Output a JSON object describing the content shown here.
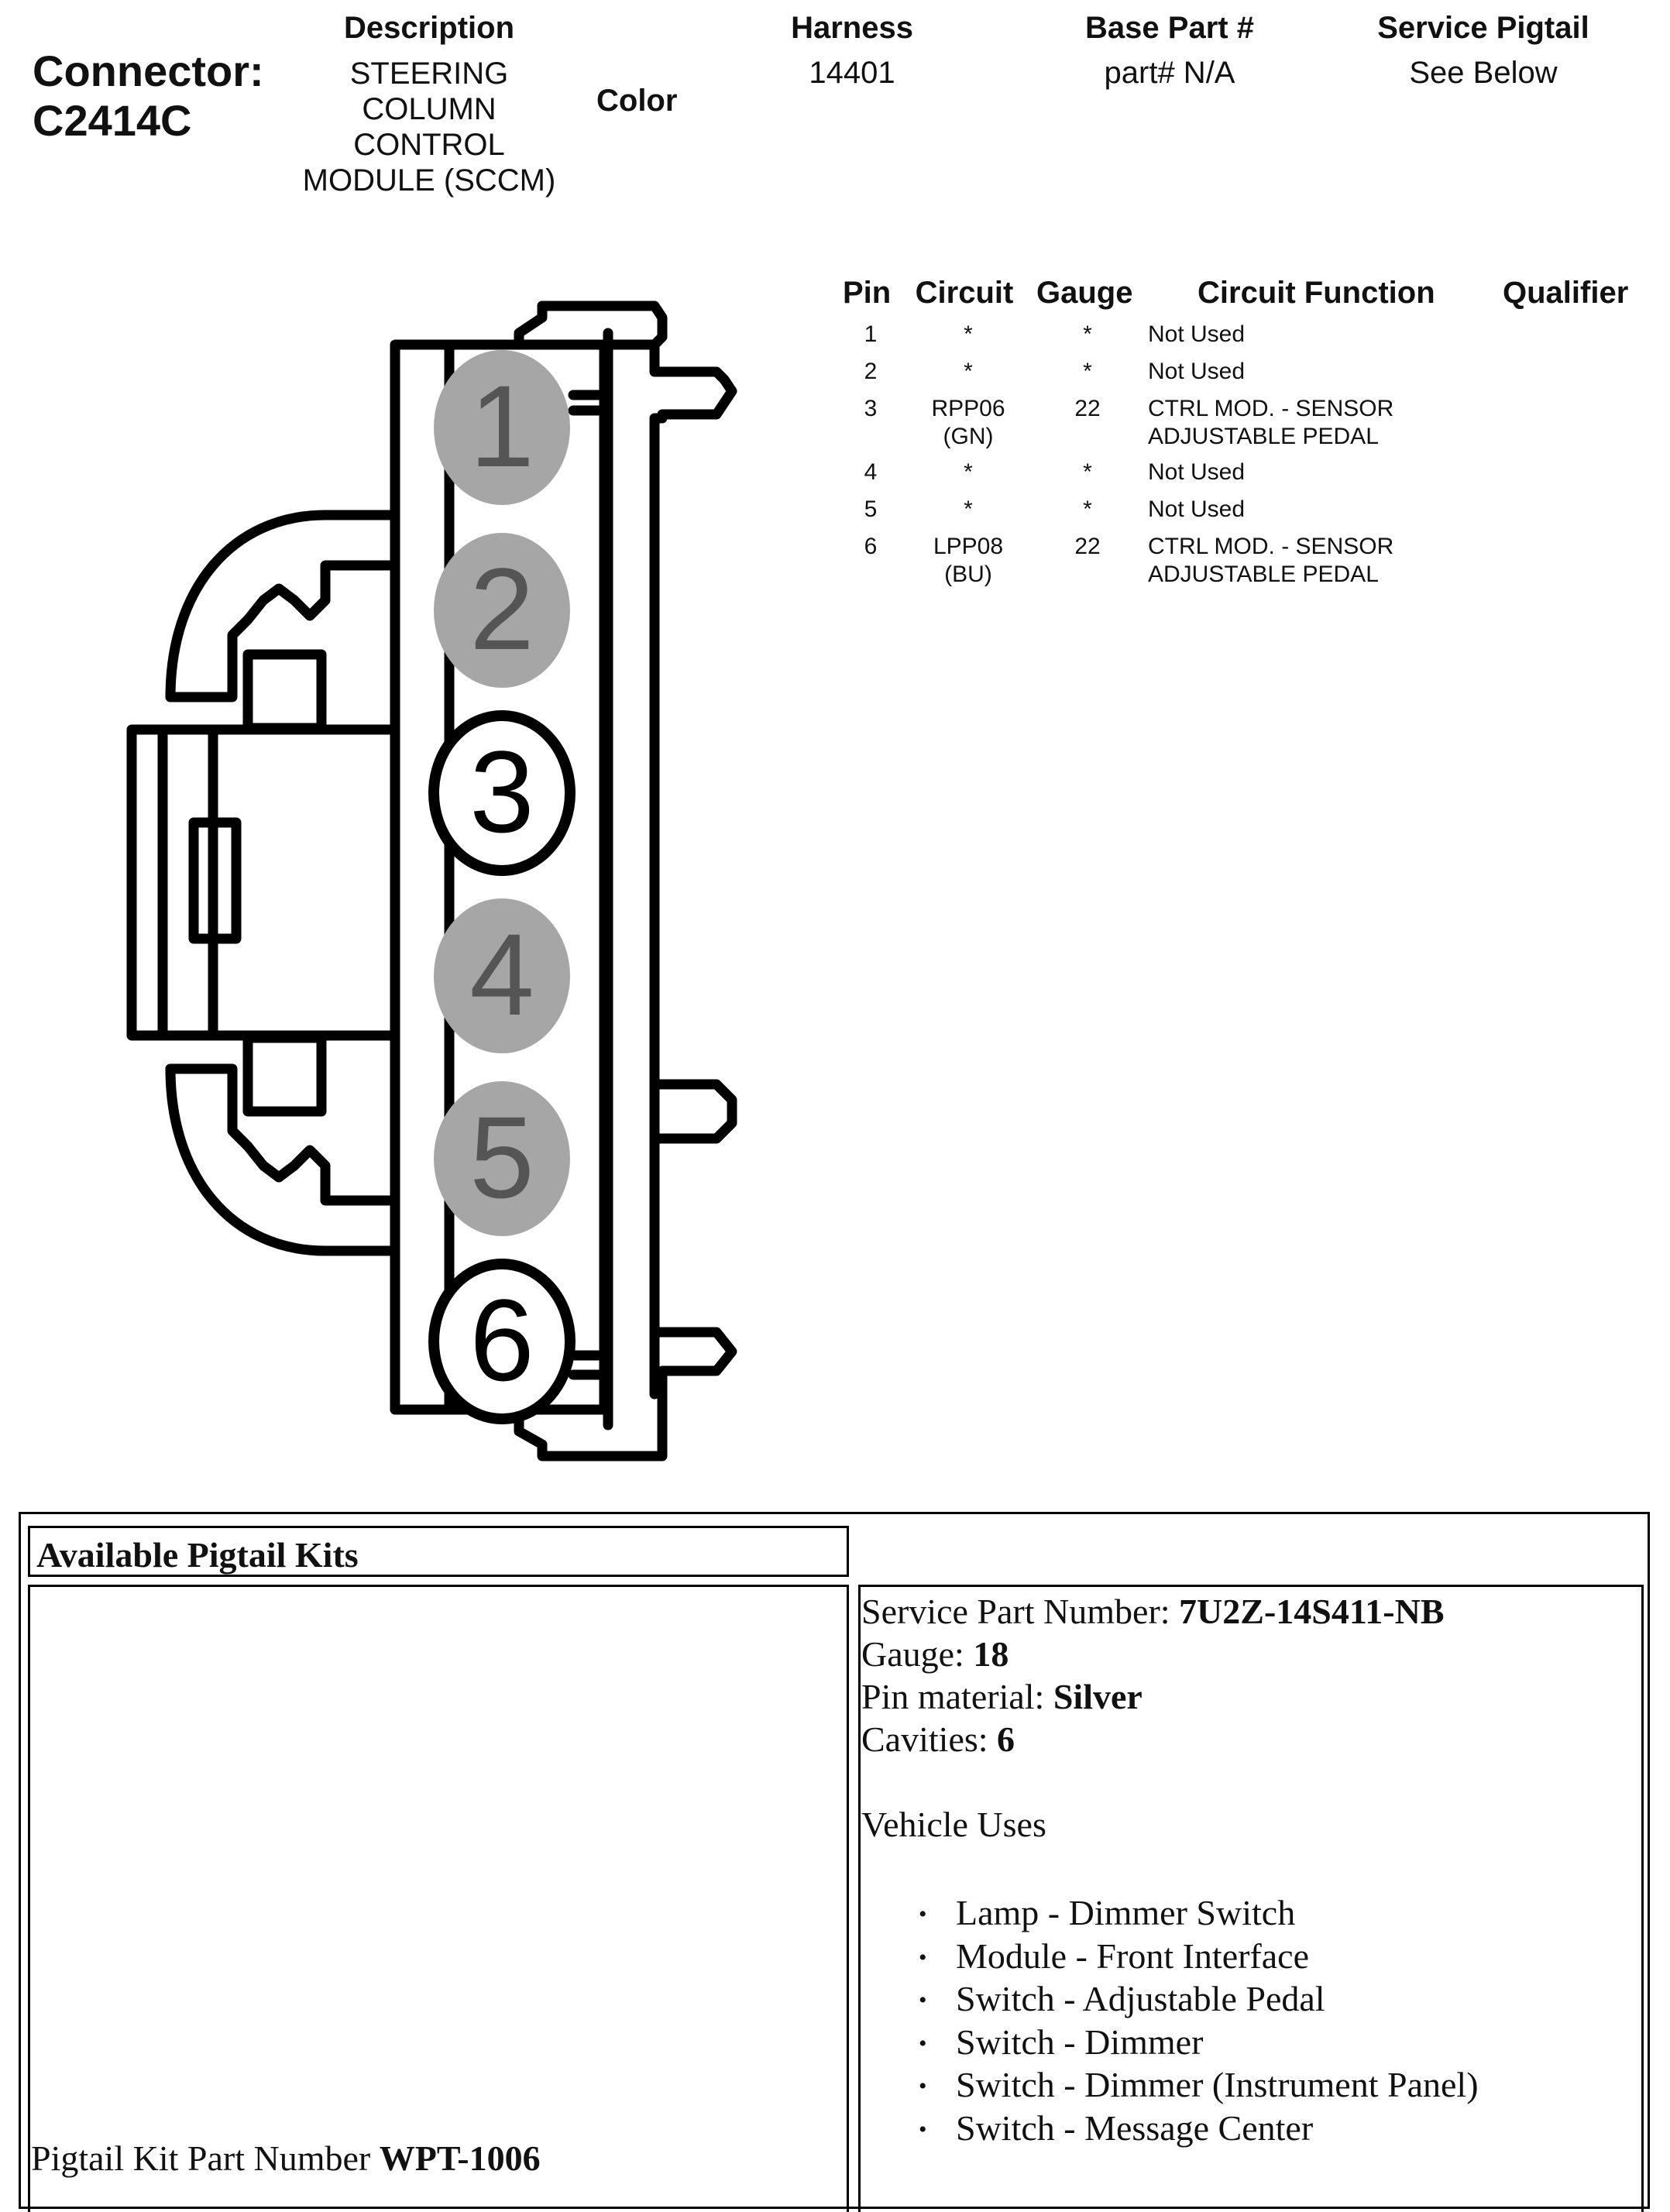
{
  "header": {
    "connector_label": "Connector:",
    "connector_id": "C2414C",
    "color_label": "Color",
    "description_label": "Description",
    "description_lines": [
      "STEERING",
      "COLUMN",
      "CONTROL",
      "MODULE (SCCM)"
    ],
    "harness_label": "Harness",
    "harness_value": "14401",
    "base_part_label": "Base Part #",
    "base_part_value": "part# N/A",
    "service_pigtail_label": "Service Pigtail",
    "service_pigtail_value": "See Below"
  },
  "pin_table": {
    "headers": {
      "pin": "Pin",
      "circuit": "Circuit",
      "gauge": "Gauge",
      "function": "Circuit Function",
      "qualifier": "Qualifier"
    },
    "rows": [
      {
        "pin": "1",
        "circuit": [
          "*"
        ],
        "gauge": "*",
        "function": [
          "Not Used"
        ]
      },
      {
        "pin": "2",
        "circuit": [
          "*"
        ],
        "gauge": "*",
        "function": [
          "Not Used"
        ]
      },
      {
        "pin": "3",
        "circuit": [
          "RPP06",
          "(GN)"
        ],
        "gauge": "22",
        "function": [
          "CTRL MOD. - SENSOR",
          "ADJUSTABLE PEDAL"
        ]
      },
      {
        "pin": "4",
        "circuit": [
          "*"
        ],
        "gauge": "*",
        "function": [
          "Not Used"
        ]
      },
      {
        "pin": "5",
        "circuit": [
          "*"
        ],
        "gauge": "*",
        "function": [
          "Not Used"
        ]
      },
      {
        "pin": "6",
        "circuit": [
          "LPP08",
          "(BU)"
        ],
        "gauge": "22",
        "function": [
          "CTRL MOD. - SENSOR",
          "ADJUSTABLE PEDAL"
        ]
      }
    ]
  },
  "connector_diagram": {
    "pins": [
      {
        "label": "1",
        "used": false
      },
      {
        "label": "2",
        "used": false
      },
      {
        "label": "3",
        "used": true
      },
      {
        "label": "4",
        "used": false
      },
      {
        "label": "5",
        "used": false
      },
      {
        "label": "6",
        "used": true
      }
    ],
    "used_fill": "#ffffff",
    "unused_fill": "#a6a6a6",
    "unused_text_color": "#555555"
  },
  "pigtail": {
    "heading": "Available Pigtail Kits",
    "service_part_label": "Service Part Number: ",
    "service_part_value": "7U2Z-14S411-NB",
    "gauge_label": "Gauge: ",
    "gauge_value": "18",
    "pin_material_label": "Pin material: ",
    "pin_material_value": "Silver",
    "cavities_label": "Cavities: ",
    "cavities_value": "6",
    "vehicle_uses_label": "Vehicle Uses",
    "vehicle_uses": [
      "Lamp - Dimmer Switch",
      "Module - Front Interface",
      "Switch - Adjustable Pedal",
      "Switch - Dimmer",
      "Switch - Dimmer (Instrument Panel)",
      "Switch - Message Center"
    ],
    "kit_part_label": "Pigtail Kit Part Number ",
    "kit_part_value": "WPT-1006"
  }
}
